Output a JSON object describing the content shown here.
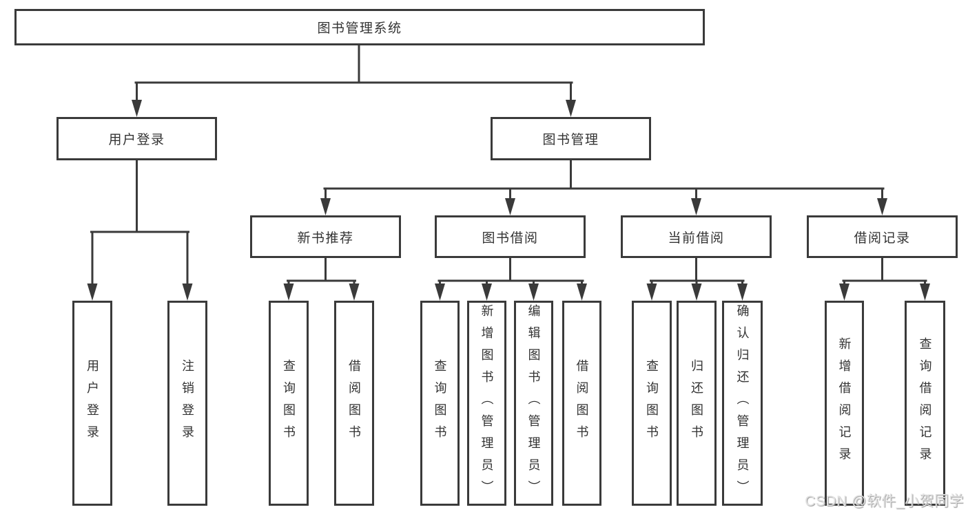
{
  "watermark": "CSDN @软件_小贺同学",
  "colors": {
    "line": "#3a3a3a",
    "text": "#333333",
    "box_background": "#ffffff",
    "watermark_text": "#e2e2e2"
  },
  "tree": {
    "label": "图书管理系统",
    "children": [
      {
        "label": "用户登录",
        "children": [
          {
            "label": "用户登录"
          },
          {
            "label": "注销登录"
          }
        ]
      },
      {
        "label": "图书管理",
        "children": [
          {
            "label": "新书推荐",
            "children": [
              {
                "label": "查询图书"
              },
              {
                "label": "借阅图书"
              }
            ]
          },
          {
            "label": "图书借阅",
            "children": [
              {
                "label": "查询图书"
              },
              {
                "label": "新增图书（管理员）"
              },
              {
                "label": "编辑图书（管理员）"
              },
              {
                "label": "借阅图书"
              }
            ]
          },
          {
            "label": "当前借阅",
            "children": [
              {
                "label": "查询图书"
              },
              {
                "label": "归还图书"
              },
              {
                "label": "确认归还（管理员）"
              }
            ]
          },
          {
            "label": "借阅记录",
            "children": [
              {
                "label": "新增借阅记录"
              },
              {
                "label": "查询借阅记录"
              }
            ]
          }
        ]
      }
    ]
  }
}
